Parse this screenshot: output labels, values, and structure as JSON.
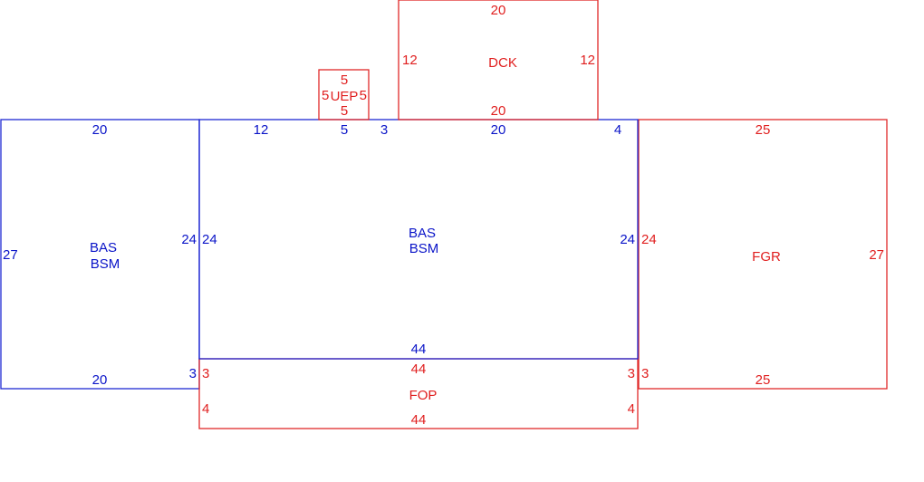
{
  "colors": {
    "blue": "#1e28d2",
    "red": "#e02828"
  },
  "areas": {
    "bas_left": {
      "codes": [
        "BAS",
        "BSM"
      ],
      "dims": {
        "top": "20",
        "bottom": "20",
        "left": "27",
        "right": "24",
        "step": "3"
      }
    },
    "bas_main": {
      "codes": [
        "BAS",
        "BSM"
      ],
      "dims": {
        "left": "24",
        "right": "24",
        "bottom": "44",
        "top_a": "12",
        "top_b": "5",
        "top_c": "3",
        "top_d": "20",
        "top_e": "4"
      }
    },
    "uep": {
      "code": "UEP",
      "dims": {
        "top": "5",
        "bottom": "5",
        "left": "5",
        "right": "5"
      }
    },
    "dck": {
      "code": "DCK",
      "dims": {
        "top": "20",
        "bottom": "20",
        "left": "12",
        "right": "12"
      }
    },
    "fgr": {
      "code": "FGR",
      "dims": {
        "top": "25",
        "bottom": "25",
        "left": "24",
        "right": "27",
        "step": "3"
      }
    },
    "fop": {
      "code": "FOP",
      "dims": {
        "top": "44",
        "bottom": "44",
        "left_top": "3",
        "left_bottom": "4",
        "right_top": "3",
        "right_bottom": "4"
      }
    }
  }
}
